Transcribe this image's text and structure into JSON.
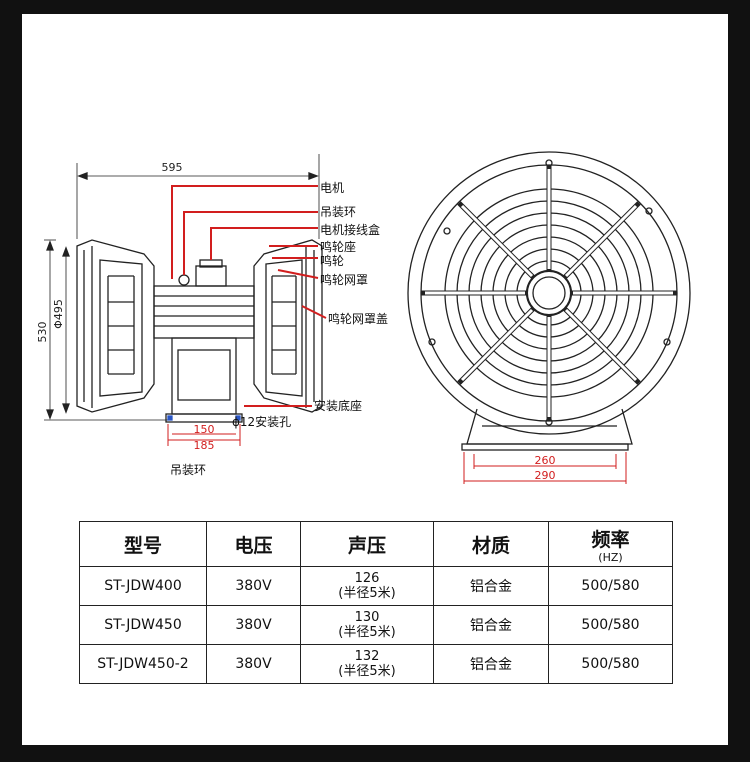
{
  "diagram": {
    "dim_width": "595",
    "dim_height": "530",
    "dim_phi495": "Φ495",
    "dim_150": "150",
    "dim_185": "185",
    "dim_260": "260",
    "dim_290": "290",
    "caption": "吊装环",
    "callouts": [
      "电机",
      "吊装环",
      "电机接线盒",
      "鸣轮座",
      "鸣轮",
      "鸣轮网罩",
      "鸣轮网罩盖",
      "安装底座",
      "ϕ12安装孔"
    ]
  },
  "table": {
    "headers": [
      "型号",
      "电压",
      "声压",
      "材质",
      "频率"
    ],
    "hz_unit": "(HZ)",
    "rows": [
      {
        "model": "ST-JDW400",
        "voltage": "380V",
        "spl": "126",
        "spl_note": "(半径5米)",
        "material": "铝合金",
        "freq": "500/580"
      },
      {
        "model": "ST-JDW450",
        "voltage": "380V",
        "spl": "130",
        "spl_note": "(半径5米)",
        "material": "铝合金",
        "freq": "500/580"
      },
      {
        "model": "ST-JDW450-2",
        "voltage": "380V",
        "spl": "132",
        "spl_note": "(半径5米)",
        "material": "铝合金",
        "freq": "500/580"
      }
    ]
  }
}
